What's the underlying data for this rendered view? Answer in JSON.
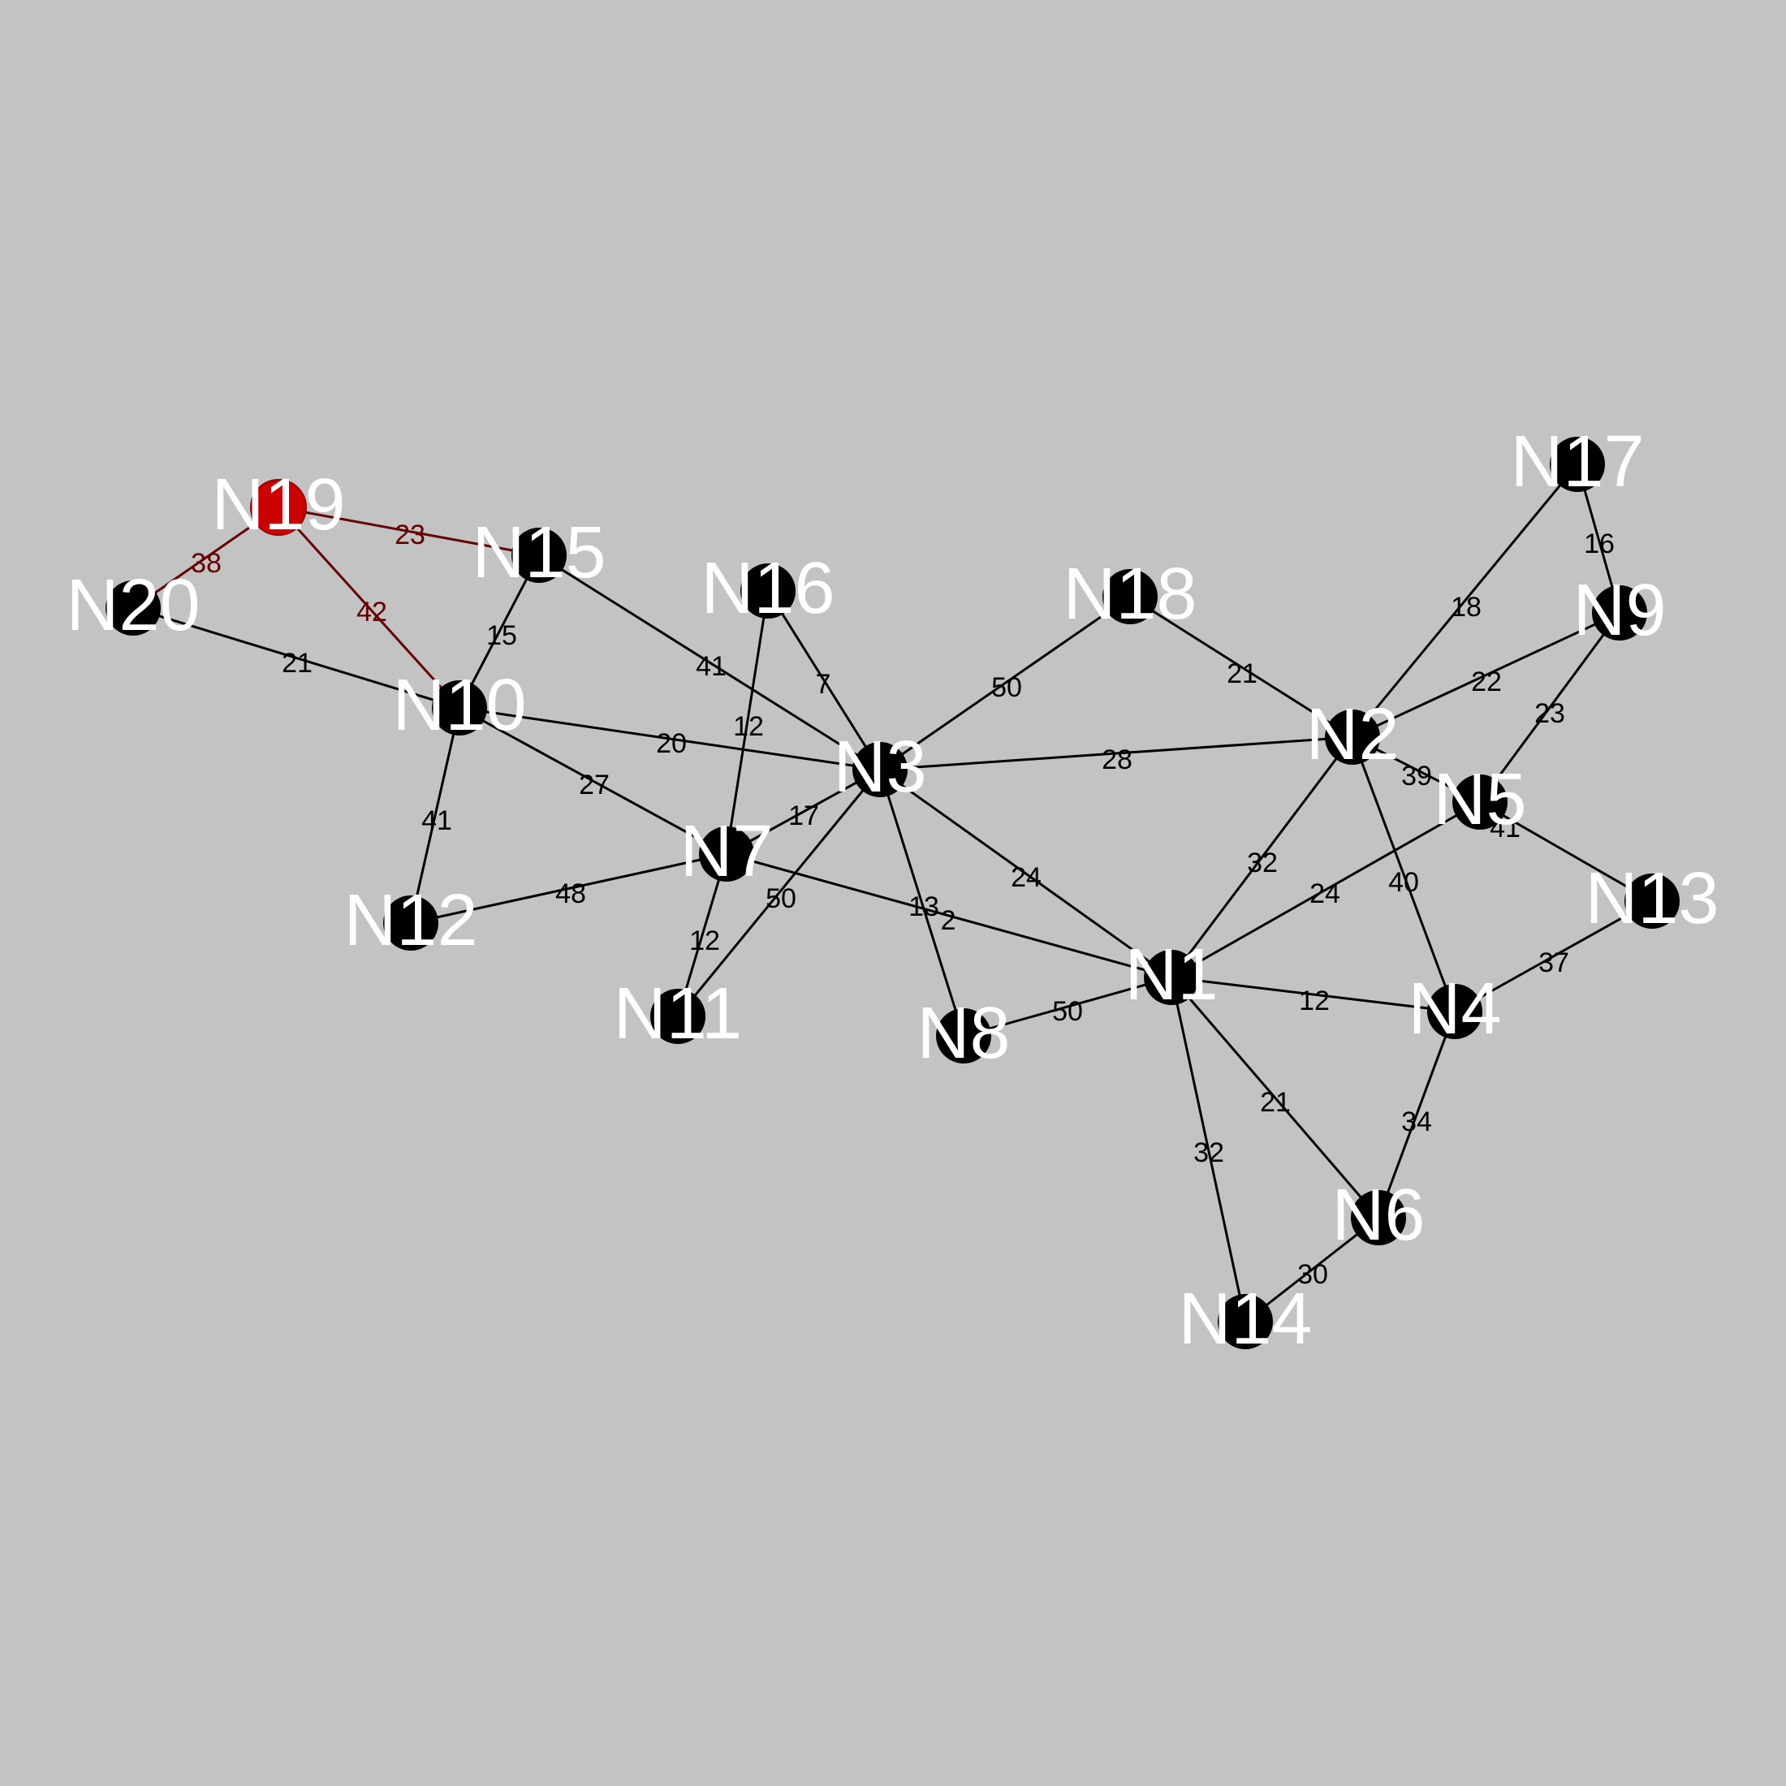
{
  "graph": {
    "colors": {
      "background": "#c3c3c3",
      "edge": "#000000",
      "node": "#000000",
      "node_label": "#ffffff",
      "highlight_node": "#cc0000",
      "highlight_edge": "#660000"
    },
    "nodes": [
      {
        "id": "N1",
        "label": "N1"
      },
      {
        "id": "N2",
        "label": "N2"
      },
      {
        "id": "N3",
        "label": "N3"
      },
      {
        "id": "N4",
        "label": "N4"
      },
      {
        "id": "N5",
        "label": "N5"
      },
      {
        "id": "N6",
        "label": "N6"
      },
      {
        "id": "N7",
        "label": "N7"
      },
      {
        "id": "N8",
        "label": "N8"
      },
      {
        "id": "N9",
        "label": "N9"
      },
      {
        "id": "N10",
        "label": "N10"
      },
      {
        "id": "N11",
        "label": "N11"
      },
      {
        "id": "N12",
        "label": "N12"
      },
      {
        "id": "N13",
        "label": "N13"
      },
      {
        "id": "N14",
        "label": "N14"
      },
      {
        "id": "N15",
        "label": "N15"
      },
      {
        "id": "N16",
        "label": "N16"
      },
      {
        "id": "N17",
        "label": "N17"
      },
      {
        "id": "N18",
        "label": "N18"
      },
      {
        "id": "N19",
        "label": "N19",
        "highlighted": true
      },
      {
        "id": "N20",
        "label": "N20"
      }
    ],
    "edges": [
      {
        "source": "N19",
        "target": "N20",
        "weight": "38",
        "highlighted": true
      },
      {
        "source": "N19",
        "target": "N15",
        "weight": "23",
        "highlighted": true
      },
      {
        "source": "N19",
        "target": "N10",
        "weight": "42",
        "highlighted": true
      },
      {
        "source": "N20",
        "target": "N10",
        "weight": "21"
      },
      {
        "source": "N15",
        "target": "N10",
        "weight": "15"
      },
      {
        "source": "N15",
        "target": "N3",
        "weight": "41"
      },
      {
        "source": "N16",
        "target": "N3",
        "weight": "7"
      },
      {
        "source": "N16",
        "target": "N7",
        "weight": "12"
      },
      {
        "source": "N10",
        "target": "N3",
        "weight": "20"
      },
      {
        "source": "N10",
        "target": "N7",
        "weight": "27"
      },
      {
        "source": "N10",
        "target": "N12",
        "weight": "41"
      },
      {
        "source": "N12",
        "target": "N7",
        "weight": "48"
      },
      {
        "source": "N7",
        "target": "N3",
        "weight": "17"
      },
      {
        "source": "N7",
        "target": "N11",
        "weight": "12"
      },
      {
        "source": "N7",
        "target": "N1",
        "weight": "13"
      },
      {
        "source": "N11",
        "target": "N3",
        "weight": "50"
      },
      {
        "source": "N3",
        "target": "N8",
        "weight": "2"
      },
      {
        "source": "N3",
        "target": "N1",
        "weight": "24"
      },
      {
        "source": "N3",
        "target": "N18",
        "weight": "50"
      },
      {
        "source": "N3",
        "target": "N2",
        "weight": "28"
      },
      {
        "source": "N18",
        "target": "N2",
        "weight": "21"
      },
      {
        "source": "N8",
        "target": "N1",
        "weight": "50"
      },
      {
        "source": "N1",
        "target": "N2",
        "weight": "32"
      },
      {
        "source": "N1",
        "target": "N5",
        "weight": "24"
      },
      {
        "source": "N1",
        "target": "N4",
        "weight": "12"
      },
      {
        "source": "N1",
        "target": "N6",
        "weight": "21"
      },
      {
        "source": "N1",
        "target": "N14",
        "weight": "32"
      },
      {
        "source": "N2",
        "target": "N17",
        "weight": "18"
      },
      {
        "source": "N2",
        "target": "N9",
        "weight": "22"
      },
      {
        "source": "N2",
        "target": "N5",
        "weight": "39"
      },
      {
        "source": "N2",
        "target": "N4",
        "weight": "40"
      },
      {
        "source": "N17",
        "target": "N9",
        "weight": "16"
      },
      {
        "source": "N9",
        "target": "N5",
        "weight": "23"
      },
      {
        "source": "N5",
        "target": "N13",
        "weight": "41"
      },
      {
        "source": "N13",
        "target": "N4",
        "weight": "37"
      },
      {
        "source": "N4",
        "target": "N6",
        "weight": "34"
      },
      {
        "source": "N6",
        "target": "N14",
        "weight": "30"
      }
    ]
  }
}
